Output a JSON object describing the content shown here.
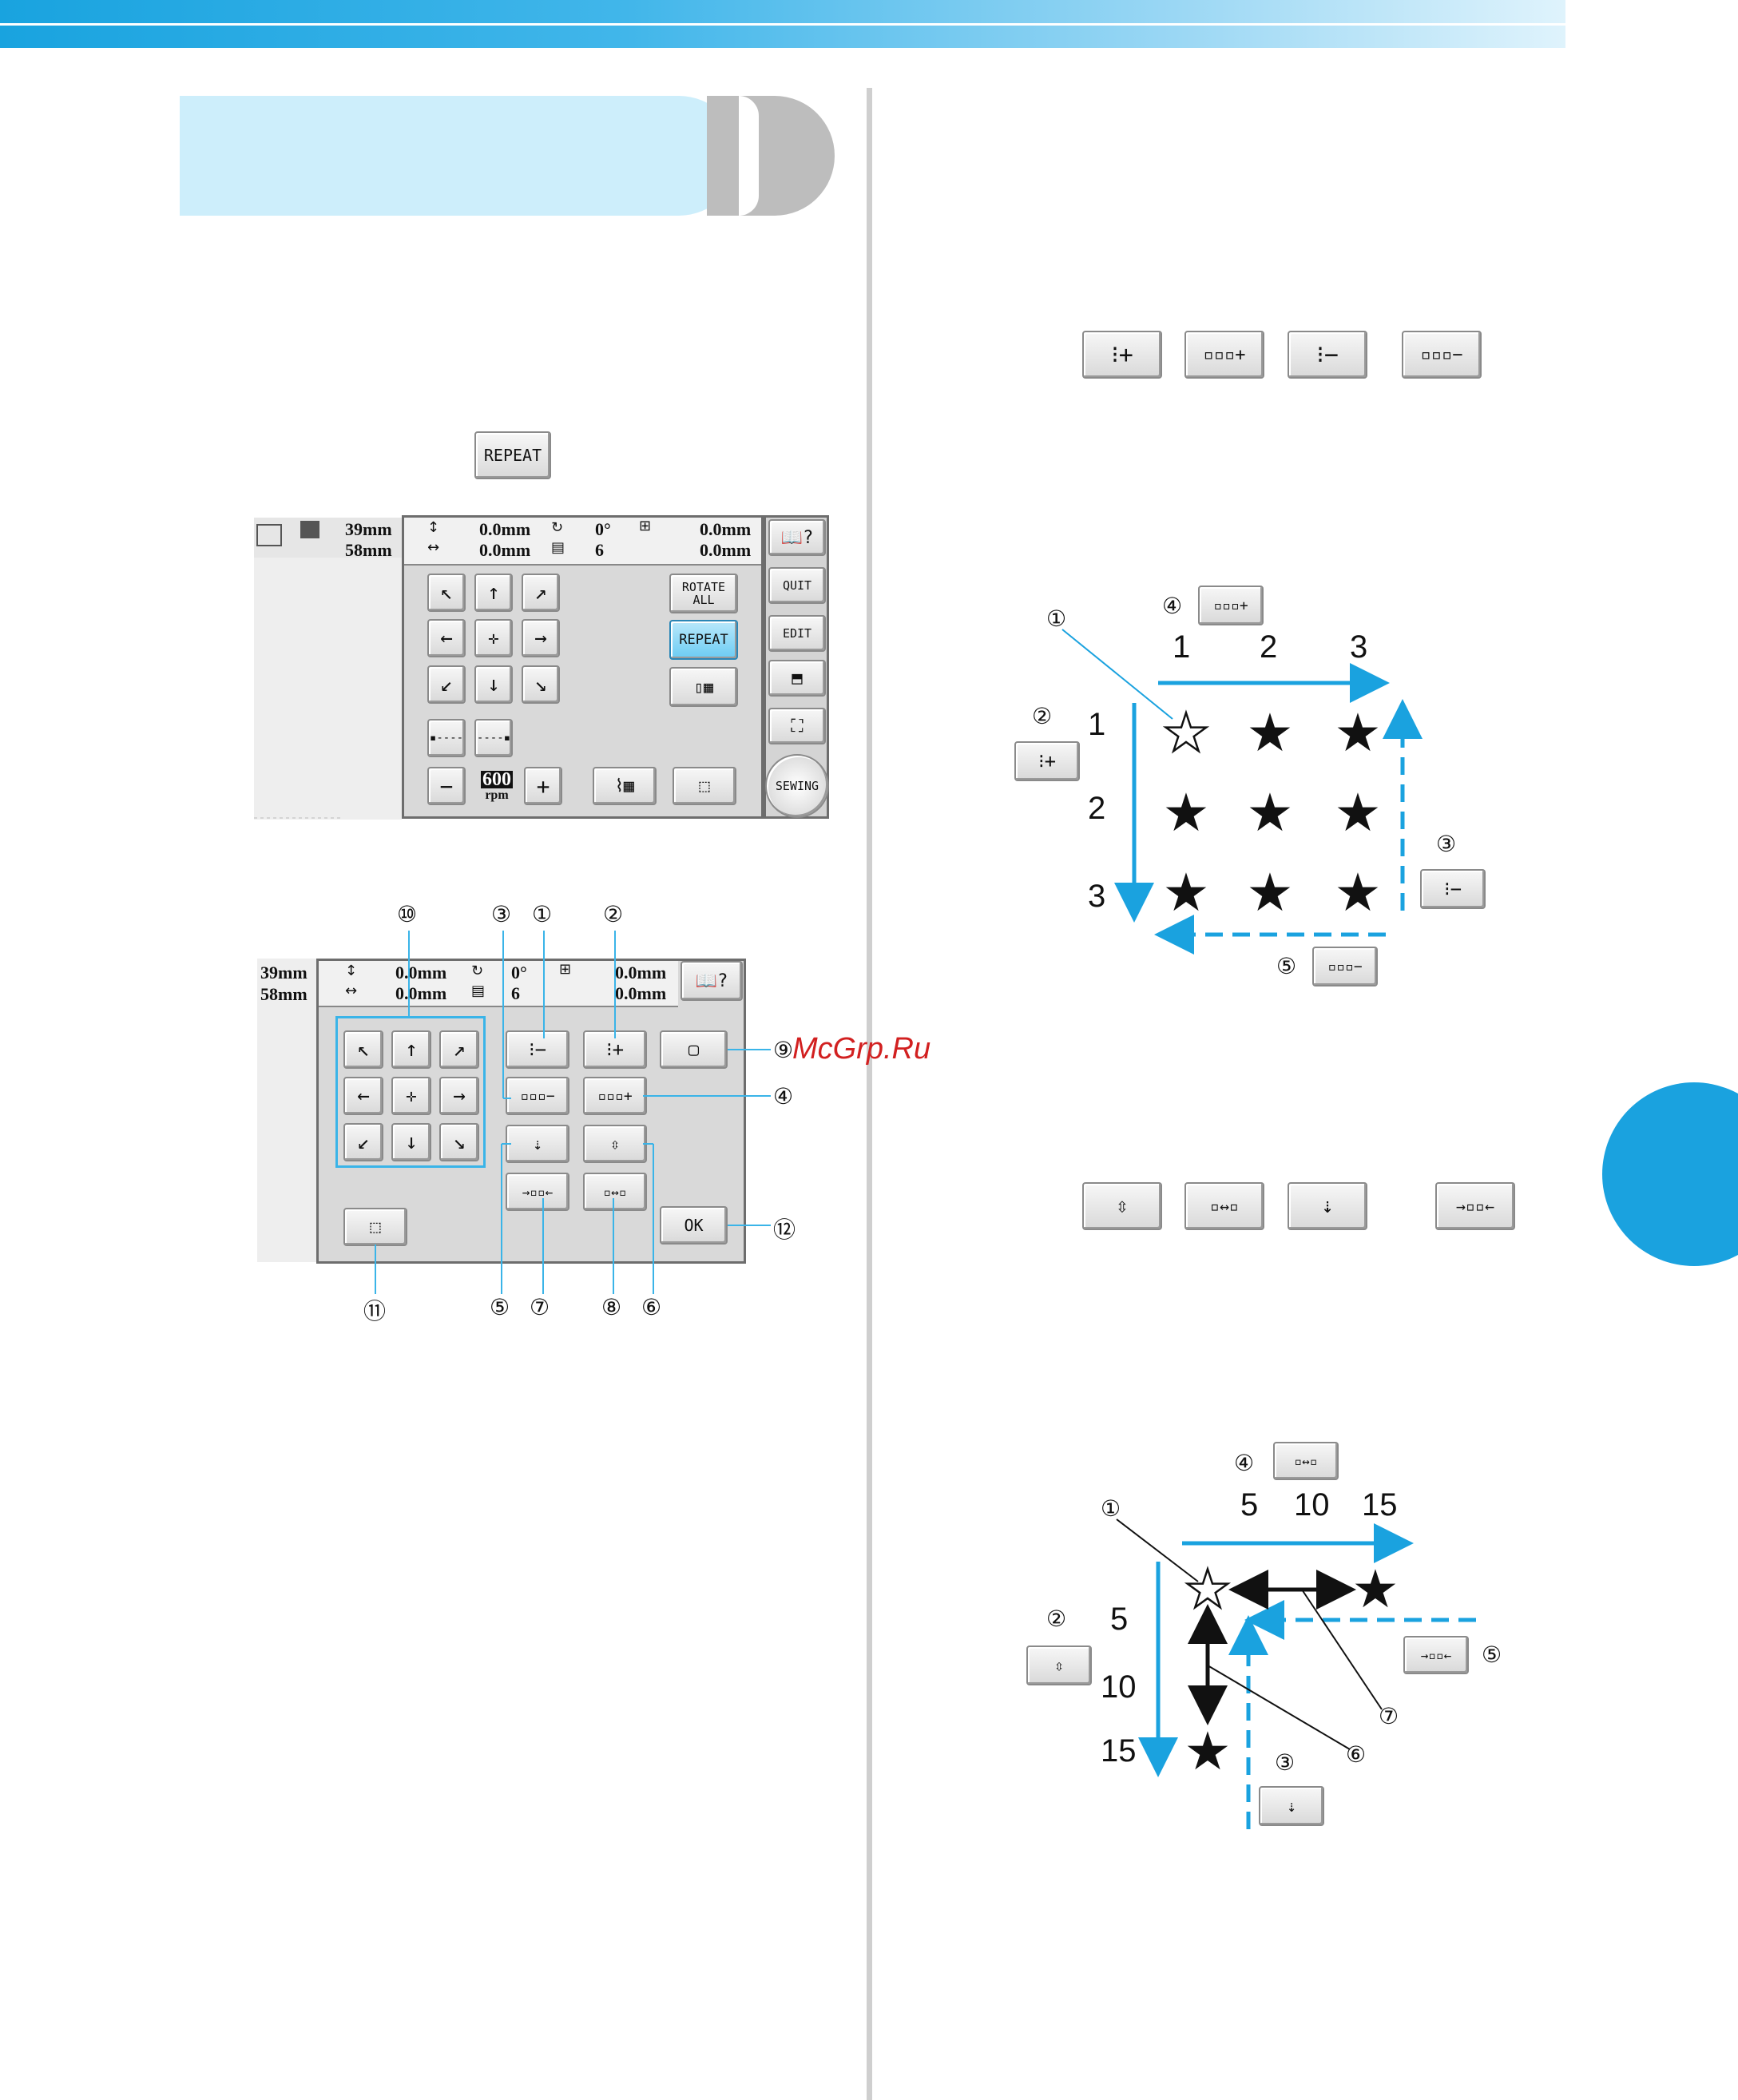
{
  "watermark": "McGrp.Ru",
  "repeat_button": "REPEAT",
  "screen1": {
    "size_h": "39mm",
    "size_w": "58mm",
    "pos_v": "0.0mm",
    "pos_h": "0.0mm",
    "angle": "0°",
    "colors": "6",
    "space_v": "0.0mm",
    "space_h": "0.0mm",
    "rotate_all": "ROTATE ALL",
    "repeat": "REPEAT",
    "quit": "QUIT",
    "edit": "EDIT",
    "sewing": "SEWING",
    "speed_value": "600",
    "speed_unit": "rpm",
    "minus": "−",
    "plus": "+"
  },
  "screen2": {
    "size_h": "39mm",
    "size_w": "58mm",
    "pos_v": "0.0mm",
    "pos_h": "0.0mm",
    "angle": "0°",
    "colors": "6",
    "space_v": "0.0mm",
    "space_h": "0.0mm",
    "ok": "OK"
  },
  "callouts": {
    "c1": "①",
    "c2": "②",
    "c3": "③",
    "c4": "④",
    "c5": "⑤",
    "c6": "⑥",
    "c7": "⑦",
    "c8": "⑧",
    "c9": "⑨",
    "c10": "⑩",
    "c11": "⑪",
    "c12": "⑫"
  },
  "grid_example": {
    "cols": [
      "1",
      "2",
      "3"
    ],
    "rows": [
      "1",
      "2",
      "3"
    ]
  },
  "spacing_example": {
    "cols": [
      "5",
      "10",
      "15"
    ],
    "rows": [
      "5",
      "10",
      "15"
    ]
  },
  "colors": {
    "accent_blue": "#1aa2df",
    "arrow_blue": "#1aa2df",
    "panel_gray": "#d9d9d9"
  }
}
